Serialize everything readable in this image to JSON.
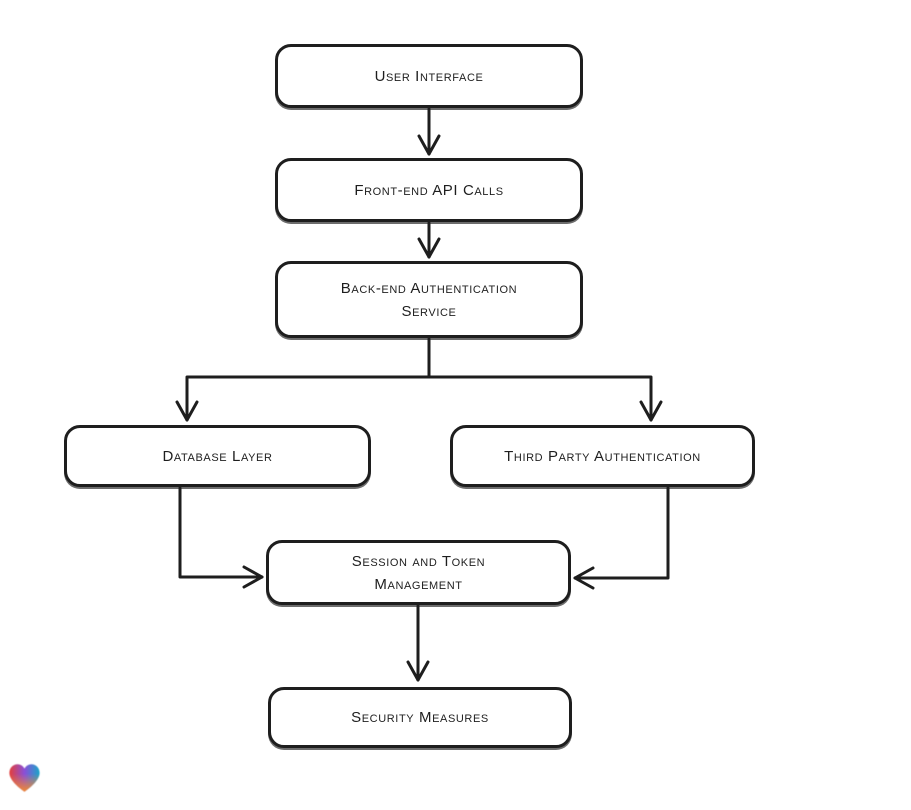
{
  "diagram": {
    "type": "flowchart",
    "stroke_color": "#1e1e1e",
    "node_fill": "#ffffff",
    "nodes": [
      {
        "id": "user-interface",
        "label": "User Interface"
      },
      {
        "id": "front-end-api-calls",
        "label": "Front-end API Calls"
      },
      {
        "id": "back-end-authentication-service",
        "label": "Back-end Authentication\nService"
      },
      {
        "id": "database-layer",
        "label": "Database Layer"
      },
      {
        "id": "third-party-authentication",
        "label": "Third Party Authentication"
      },
      {
        "id": "session-and-token-management",
        "label": "Session and Token\nManagement"
      },
      {
        "id": "security-measures",
        "label": "Security Measures"
      }
    ],
    "edges": [
      {
        "from": "user-interface",
        "to": "front-end-api-calls"
      },
      {
        "from": "front-end-api-calls",
        "to": "back-end-authentication-service"
      },
      {
        "from": "back-end-authentication-service",
        "to": "database-layer"
      },
      {
        "from": "back-end-authentication-service",
        "to": "third-party-authentication"
      },
      {
        "from": "database-layer",
        "to": "session-and-token-management"
      },
      {
        "from": "third-party-authentication",
        "to": "session-and-token-management"
      },
      {
        "from": "session-and-token-management",
        "to": "security-measures"
      }
    ]
  },
  "branding": {
    "logo_name": "gradient-heart-logo",
    "logo_colors": {
      "red": "#e43e3a",
      "purple": "#8a4fd8",
      "blue": "#18a7c9",
      "orange": "#f28a2e"
    }
  }
}
